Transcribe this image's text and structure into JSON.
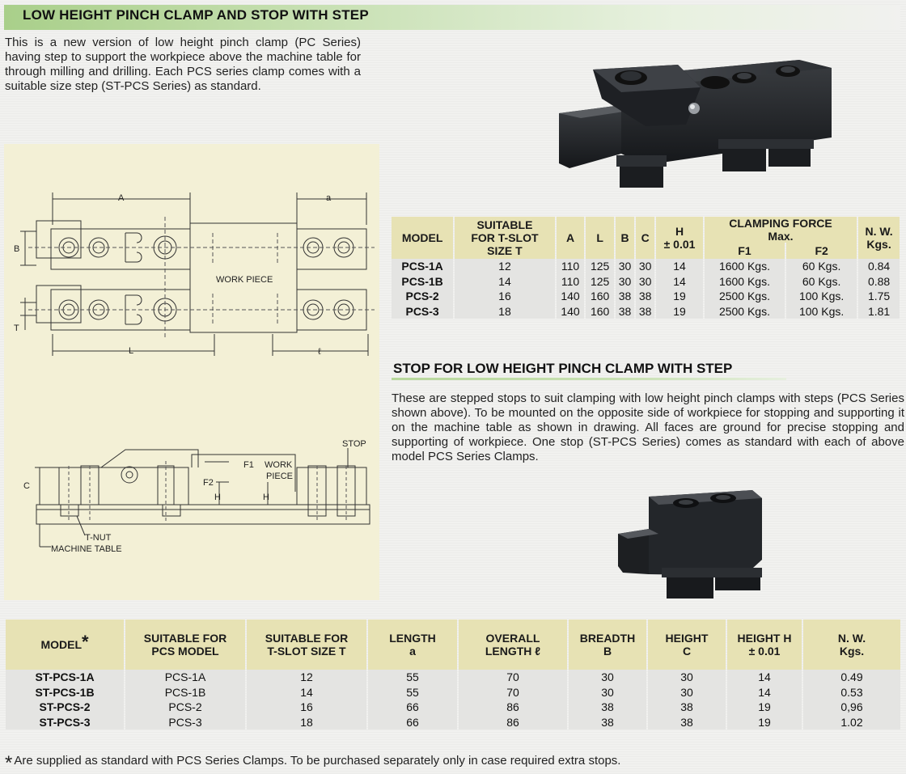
{
  "page": {
    "title": "LOW HEIGHT PINCH CLAMP AND STOP WITH STEP",
    "intro": "This is a new version of low height pinch clamp (PC Series) having step to support the workpiece above the machine table for through milling and drilling. Each PCS series clamp comes with a suitable size step (ST-PCS Series) as standard."
  },
  "drawing": {
    "top": {
      "dim_A": "A",
      "dim_a": "a",
      "dim_B": "B",
      "dim_T": "T",
      "dim_L": "L",
      "dim_l": "ℓ",
      "work_piece": "WORK PIECE"
    },
    "side": {
      "stop": "STOP",
      "f1": "F1",
      "f2": "F2",
      "work": "WORK",
      "piece": "PIECE",
      "dim_C": "C",
      "dim_H1": "H",
      "dim_H2": "H",
      "t_nut": "T-NUT",
      "machine_table": "MACHINE TABLE"
    }
  },
  "pcs_table": {
    "headers": {
      "model": "MODEL",
      "tslot_1": "SUITABLE",
      "tslot_2": "FOR T-SLOT",
      "tslot_3": "SIZE T",
      "A": "A",
      "L": "L",
      "B": "B",
      "C": "C",
      "H_1": "H",
      "H_2": "± 0.01",
      "force_1": "CLAMPING FORCE",
      "force_2": "Max.",
      "F1": "F1",
      "F2": "F2",
      "nw_1": "N. W.",
      "nw_2": "Kgs."
    },
    "rows": [
      {
        "model": "PCS-1A",
        "tslot": "12",
        "A": "110",
        "L": "125",
        "B": "30",
        "C": "30",
        "H": "14",
        "F1": "1600 Kgs.",
        "F2": "60 Kgs.",
        "nw": "0.84"
      },
      {
        "model": "PCS-1B",
        "tslot": "14",
        "A": "110",
        "L": "125",
        "B": "30",
        "C": "30",
        "H": "14",
        "F1": "1600 Kgs.",
        "F2": "60 Kgs.",
        "nw": "0.88"
      },
      {
        "model": "PCS-2",
        "tslot": "16",
        "A": "140",
        "L": "160",
        "B": "38",
        "C": "38",
        "H": "19",
        "F1": "2500 Kgs.",
        "F2": "100 Kgs.",
        "nw": "1.75"
      },
      {
        "model": "PCS-3",
        "tslot": "18",
        "A": "140",
        "L": "160",
        "B": "38",
        "C": "38",
        "H": "19",
        "F1": "2500 Kgs.",
        "F2": "100 Kgs.",
        "nw": "1.81"
      }
    ]
  },
  "stop_section": {
    "title": "STOP FOR LOW HEIGHT PINCH CLAMP WITH STEP",
    "text": "These are stepped stops to suit clamping with low height pinch clamps with steps (PCS Series shown above). To be mounted on the opposite side of workpiece for stopping and supporting it on the machine table as shown in drawing. All faces are ground for precise stopping and supporting of workpiece. One stop (ST-PCS Series) comes as standard with each of above model PCS Series Clamps."
  },
  "st_table": {
    "headers": {
      "model": "MODEL",
      "star": "*",
      "pcs_1": "SUITABLE FOR",
      "pcs_2": "PCS MODEL",
      "tslot_1": "SUITABLE FOR",
      "tslot_2": "T-SLOT SIZE T",
      "len_1": "LENGTH",
      "len_2": "a",
      "overall_1": "OVERALL",
      "overall_2": "LENGTH ℓ",
      "breadth_1": "BREADTH",
      "breadth_2": "B",
      "height_1": "HEIGHT",
      "height_2": "C",
      "heightH_1": "HEIGHT H",
      "heightH_2": "± 0.01",
      "nw_1": "N. W.",
      "nw_2": "Kgs."
    },
    "rows": [
      {
        "model": "ST-PCS-1A",
        "pcs": "PCS-1A",
        "tslot": "12",
        "len": "55",
        "overall": "70",
        "breadth": "30",
        "height": "30",
        "heightH": "14",
        "nw": "0.49"
      },
      {
        "model": "ST-PCS-1B",
        "pcs": "PCS-1B",
        "tslot": "14",
        "len": "55",
        "overall": "70",
        "breadth": "30",
        "height": "30",
        "heightH": "14",
        "nw": "0.53"
      },
      {
        "model": "ST-PCS-2",
        "pcs": "PCS-2",
        "tslot": "16",
        "len": "66",
        "overall": "86",
        "breadth": "38",
        "height": "38",
        "heightH": "19",
        "nw": "0,96"
      },
      {
        "model": "ST-PCS-3",
        "pcs": "PCS-3",
        "tslot": "18",
        "len": "66",
        "overall": "86",
        "breadth": "38",
        "height": "38",
        "heightH": "19",
        "nw": "1.02"
      }
    ]
  },
  "footnote": {
    "star": "*",
    "text": "Are supplied as standard with PCS Series Clamps. To be purchased separately only in case required extra stops."
  }
}
